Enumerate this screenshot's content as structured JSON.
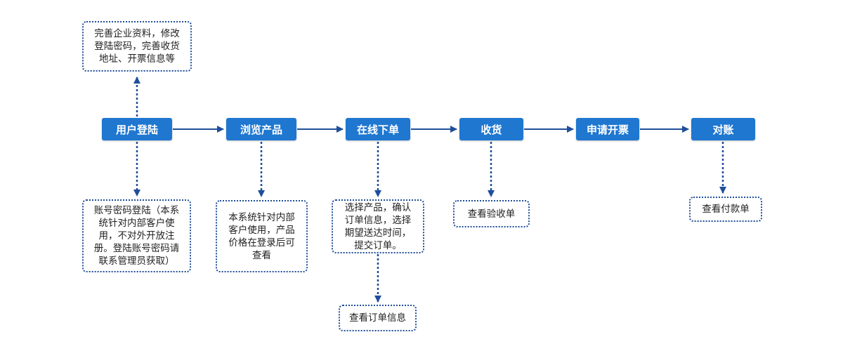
{
  "steps": {
    "login": "用户登陆",
    "browse": "浏览产品",
    "order": "在线下单",
    "receive": "收货",
    "invoice": "申请开票",
    "reconcile": "对账"
  },
  "notes": {
    "profile": "完善企业资料，修改\n登陆密码，完善收货\n地址、开票信息等",
    "login": "账号密码登陆（本系\n统针对内部客户使\n用，不对外开放注\n册。登陆账号密码请\n联系管理员获取）",
    "browse": "本系统针对内部\n客户使用，产品\n价格在登录后可\n查看",
    "order": "选择产品，确认\n订单信息，选择\n期望送达时间，\n提交订单。",
    "order_info": "查看订单信息",
    "receive": "查看验收单",
    "reconcile": "查看付款单"
  },
  "colors": {
    "step_fill": "#1f77d0",
    "connector": "#1f4e9a"
  }
}
